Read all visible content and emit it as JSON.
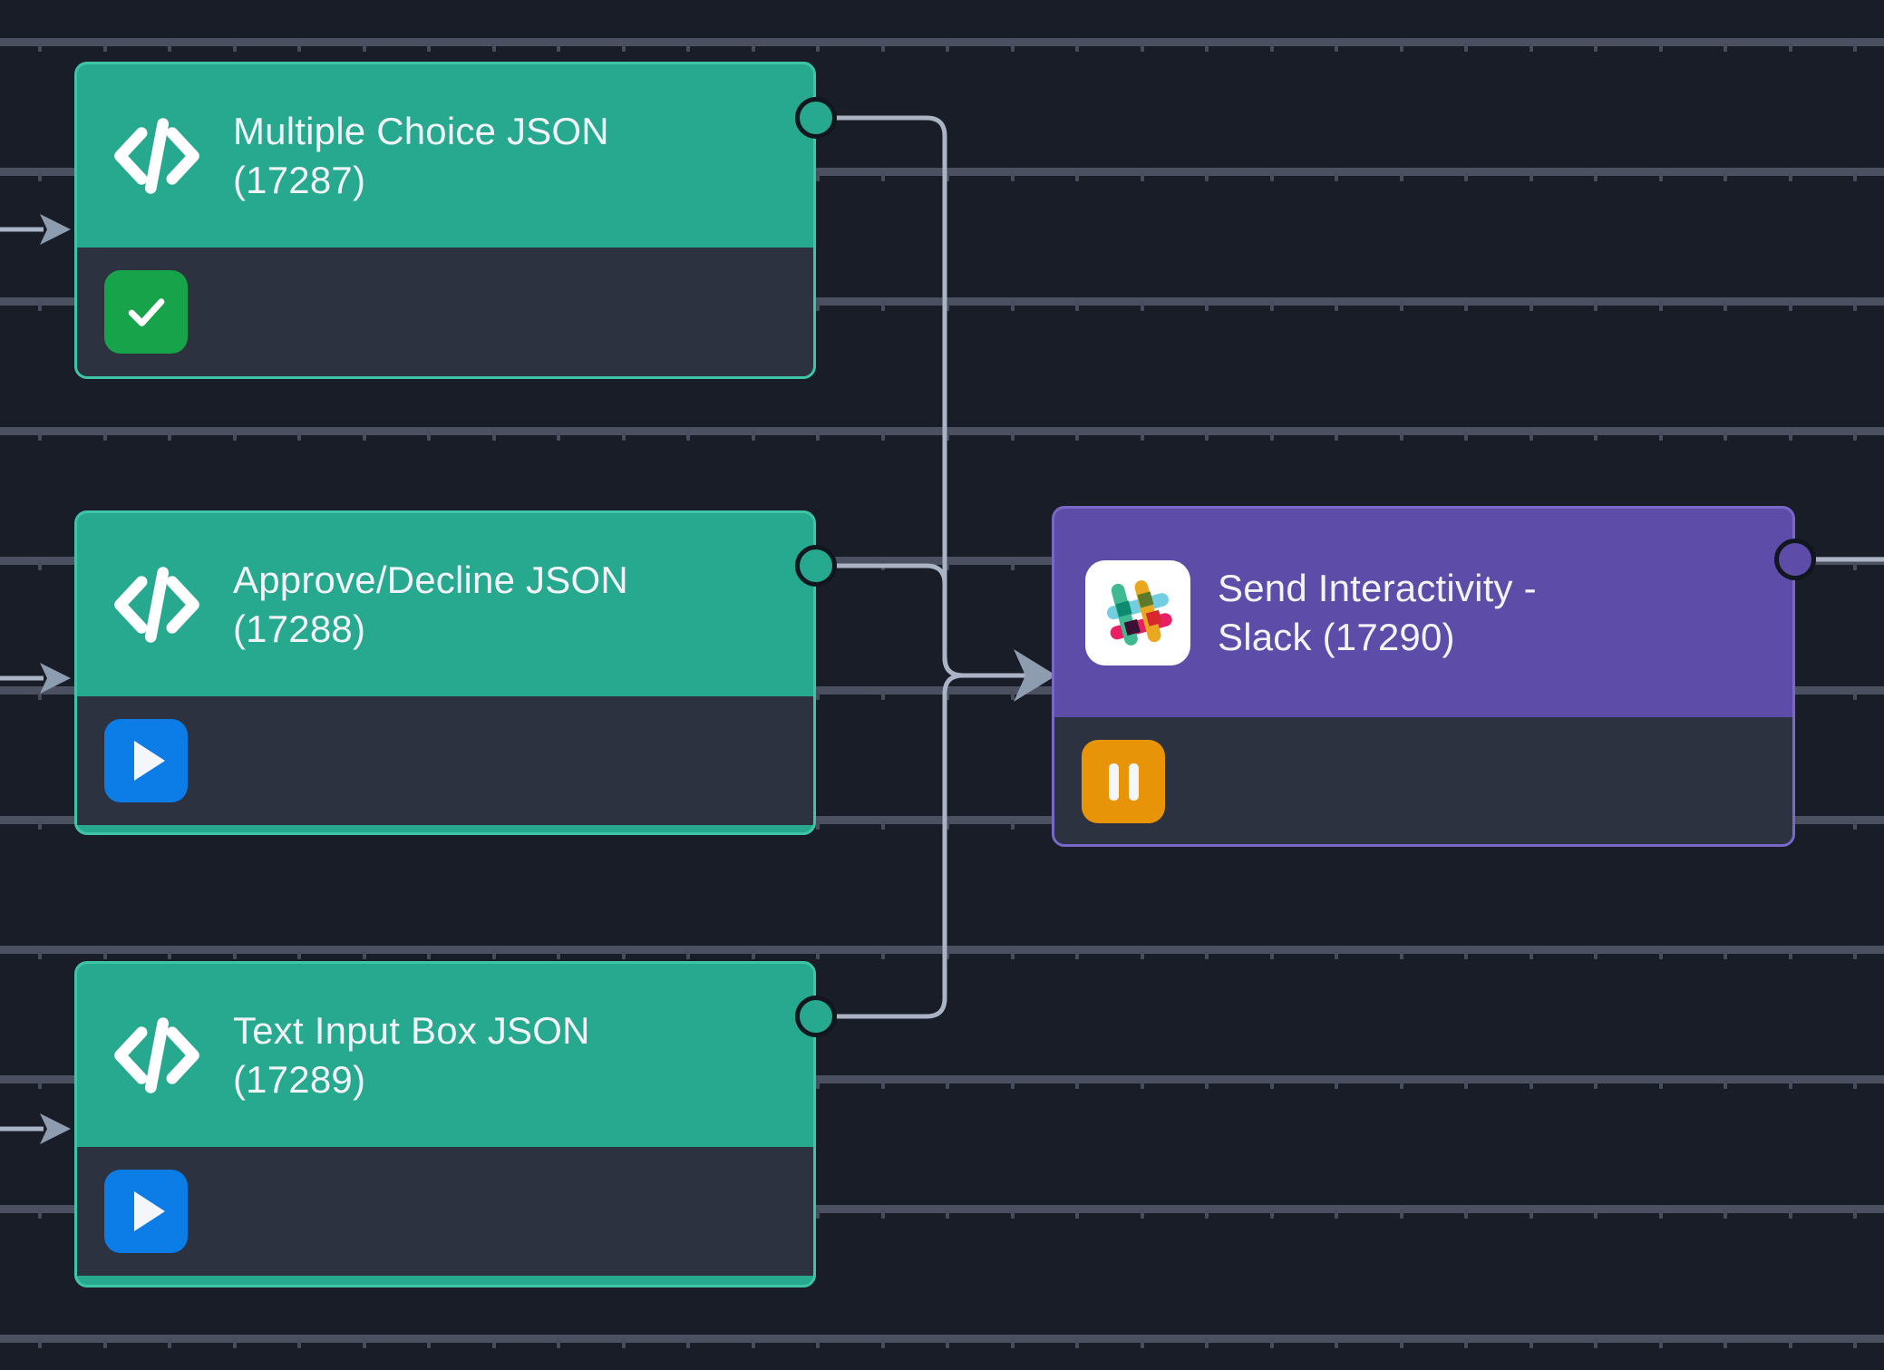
{
  "canvas": {
    "background_color": "#191d27",
    "grid_dot_color": "#474d5c",
    "edge_color": "#aab4c4",
    "arrow_color": "#8e9cb0"
  },
  "nodes": [
    {
      "id": "17287",
      "title": "Multiple Choice JSON\n(17287)",
      "type": "code",
      "icon": "code-brackets-icon",
      "header_color": "#26a98f",
      "border_color": "#3ec5a8",
      "footer_color": "#2c323f",
      "action": {
        "name": "check-button",
        "icon": "check-icon",
        "color": "#16a34a"
      }
    },
    {
      "id": "17288",
      "title": "Approve/Decline JSON\n(17288)",
      "type": "code",
      "icon": "code-brackets-icon",
      "header_color": "#26a98f",
      "border_color": "#3ec5a8",
      "footer_color": "#2c323f",
      "action": {
        "name": "run-button",
        "icon": "play-icon",
        "color": "#0c7ce6"
      }
    },
    {
      "id": "17289",
      "title": "Text Input Box JSON\n(17289)",
      "type": "code",
      "icon": "code-brackets-icon",
      "header_color": "#26a98f",
      "border_color": "#3ec5a8",
      "footer_color": "#2c323f",
      "action": {
        "name": "run-button",
        "icon": "play-icon",
        "color": "#0c7ce6"
      }
    },
    {
      "id": "17290",
      "title": "Send Interactivity -\nSlack (17290)",
      "type": "slack",
      "icon": "slack-logo-icon",
      "header_color": "#5d4ca8",
      "border_color": "#7a68c9",
      "footer_color": "#2c323f",
      "action": {
        "name": "pause-button",
        "icon": "pause-icon",
        "color": "#e89409"
      }
    }
  ],
  "edges": [
    {
      "from": "17287",
      "to": "17290"
    },
    {
      "from": "17288",
      "to": "17290"
    },
    {
      "from": "17289",
      "to": "17290"
    }
  ],
  "slack_logo_colors": {
    "green": "#3eb991",
    "cyan": "#72cee0",
    "yellow": "#e9a820",
    "pink": "#e91e63",
    "dark_green": "#0e8a6e",
    "olive": "#5b7a2a",
    "red": "#d7282f",
    "plum": "#3a1134"
  }
}
